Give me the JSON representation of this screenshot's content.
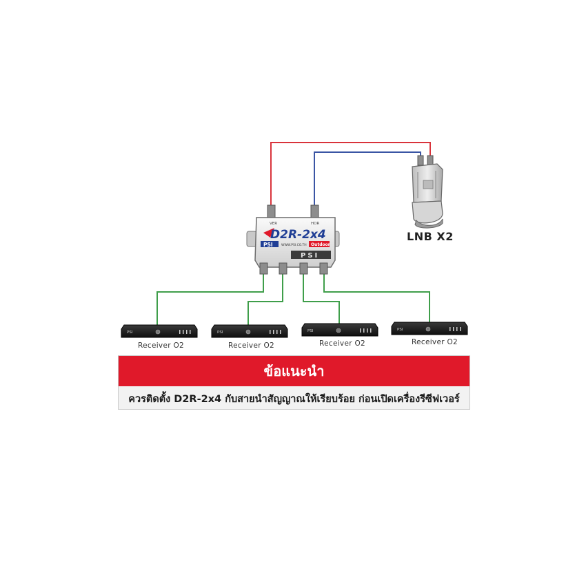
{
  "diagram": {
    "lnb": {
      "label": "LNB X2"
    },
    "switch": {
      "model": "D2R-2x4",
      "brand": "PSI",
      "website": "WWW.PSI.CO.TH",
      "badge": "Outdoor",
      "port_left": "VER",
      "port_right": "HOR"
    },
    "receivers": [
      {
        "label": "Receiver O2",
        "brand": "PSI"
      },
      {
        "label": "Receiver O2",
        "brand": "PSI"
      },
      {
        "label": "Receiver O2",
        "brand": "PSI"
      },
      {
        "label": "Receiver O2",
        "brand": "PSI"
      }
    ],
    "notice": {
      "title": "ข้อแนะนำ",
      "text": "ควรติดตั้ง D2R-2x4 กับสายนำสัญญาณให้เรียบร้อย ก่อนเปิดเครื่องรีซีฟเวอร์"
    },
    "colors": {
      "cable_vertical": "#d9333b",
      "cable_horizontal": "#3a55a4",
      "cable_receiver": "#3f9e4a",
      "notice_bar": "#e0192a"
    }
  }
}
